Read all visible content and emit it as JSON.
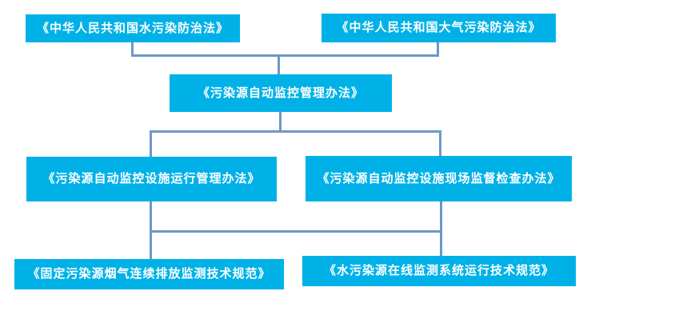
{
  "diagram": {
    "type": "flowchart",
    "colors": {
      "box_fill": "#00b1e8",
      "box_text": "#ffffff",
      "connector": "#6d98c8",
      "background": "#ffffff"
    },
    "nodes": [
      {
        "id": "water-pollution-law",
        "label": "《中华人民共和国水污染防治法》"
      },
      {
        "id": "air-pollution-law",
        "label": "《中华人民共和国大气污染防治法》"
      },
      {
        "id": "auto-monitoring-measures",
        "label": "《污染源自动监控管理办法》"
      },
      {
        "id": "facility-operation-measures",
        "label": "《污染源自动监控设施运行管理办法》"
      },
      {
        "id": "onsite-inspection-measures",
        "label": "《污染源自动监控设施现场监督检查办法》"
      },
      {
        "id": "flue-gas-cems-spec",
        "label": "《固定污染源烟气连续排放监测技术规范》"
      },
      {
        "id": "water-online-monitoring-spec",
        "label": "《水污染源在线监测系统运行技术规范》"
      }
    ],
    "edges": [
      {
        "from": "water-pollution-law",
        "to": "auto-monitoring-measures"
      },
      {
        "from": "air-pollution-law",
        "to": "auto-monitoring-measures"
      },
      {
        "from": "auto-monitoring-measures",
        "to": "facility-operation-measures"
      },
      {
        "from": "auto-monitoring-measures",
        "to": "onsite-inspection-measures"
      },
      {
        "from": "facility-operation-measures",
        "to": "flue-gas-cems-spec"
      },
      {
        "from": "onsite-inspection-measures",
        "to": "water-online-monitoring-spec"
      }
    ]
  }
}
